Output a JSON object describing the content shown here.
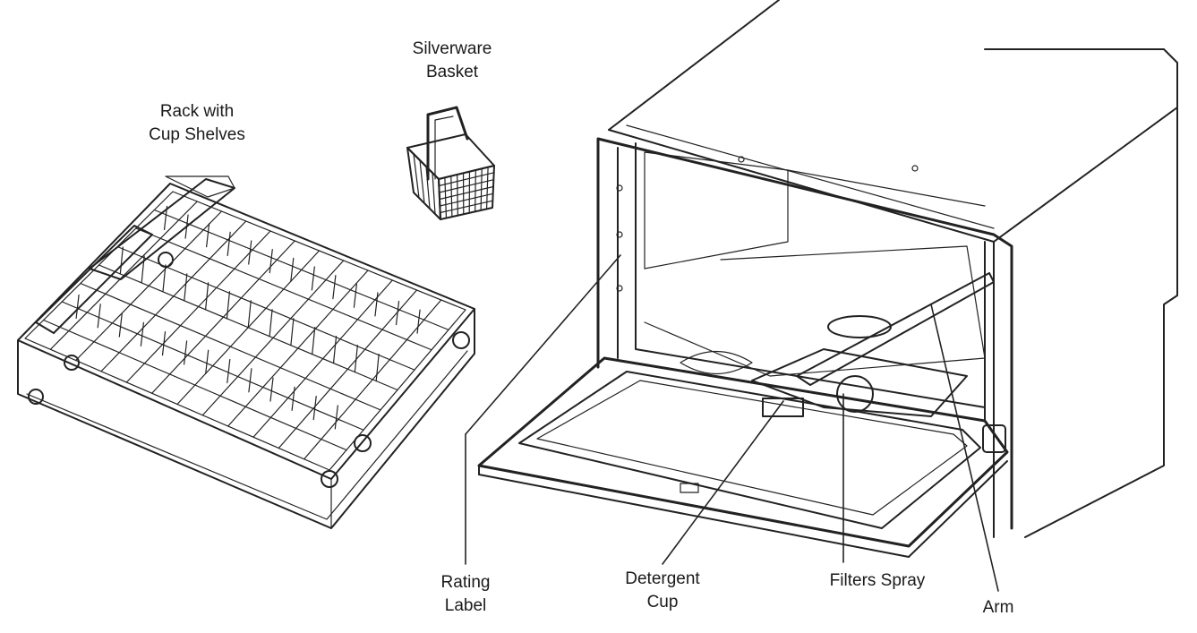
{
  "labels": {
    "rack": {
      "line1": "Rack with",
      "line2": "Cup Shelves"
    },
    "basket": {
      "line1": "Silverware",
      "line2": "Basket"
    },
    "rating": {
      "line1": "Rating",
      "line2": "Label"
    },
    "detergent": {
      "line1": "Detergent",
      "line2": "Cup"
    },
    "filters": {
      "line1": "Filters Spray"
    },
    "arm": {
      "line1": "Arm"
    }
  }
}
